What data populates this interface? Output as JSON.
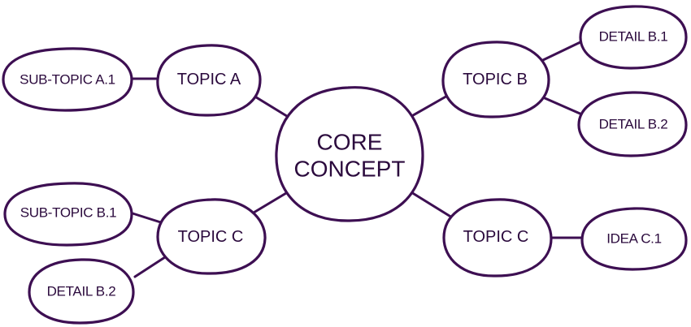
{
  "core": {
    "line1": "CORE",
    "line2": "CONCEPT"
  },
  "topics": {
    "topic_a": "TOPIC A",
    "topic_b": "TOPIC B",
    "topic_c_left": "TOPIC C",
    "topic_c_right": "TOPIC C"
  },
  "leaves": {
    "sub_topic_a1": "SUB-TOPIC A.1",
    "detail_b1": "DETAIL B.1",
    "detail_b2_right": "DETAIL B.2",
    "sub_topic_b1": "SUB-TOPIC B.1",
    "detail_b2_left": "DETAIL B.2",
    "idea_c1": "IDEA C.1"
  },
  "colors": {
    "outline": "#3d0f52",
    "text": "#2b0a3d",
    "background": "#ffffff"
  }
}
